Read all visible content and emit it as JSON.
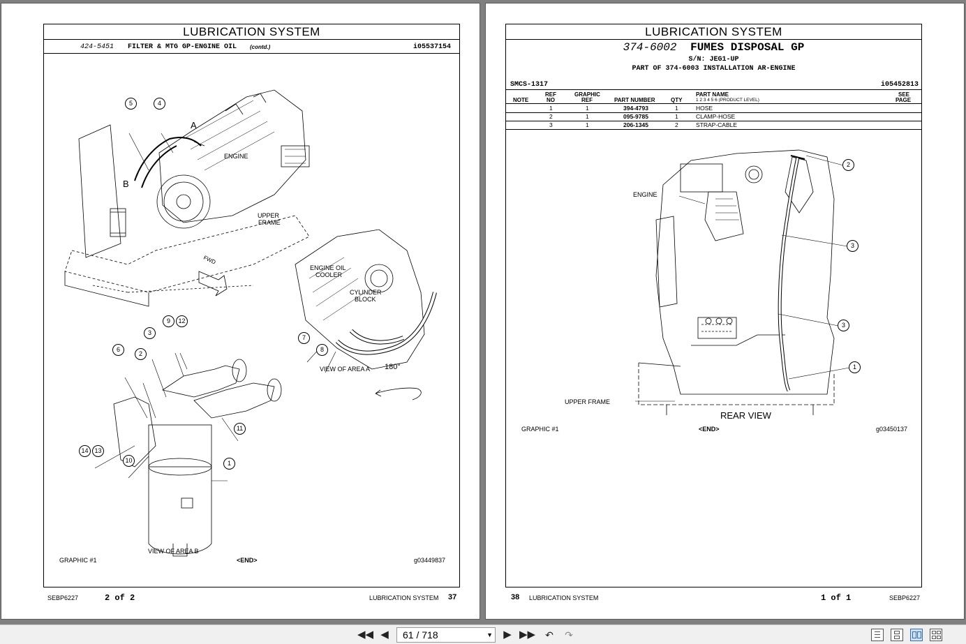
{
  "left_page": {
    "header": "LUBRICATION SYSTEM",
    "part_no": "424-5451",
    "part_title": "FILTER & MTG GP-ENGINE OIL",
    "contd": "(contd.)",
    "ref_id": "i05537154",
    "labels": {
      "engine": "ENGINE",
      "upper": "UPPER",
      "frame": "FRAME",
      "fwd": "FWD",
      "area_a": "A",
      "area_b": "B",
      "oil1": "ENGINE OIL",
      "oil2": "COOLER",
      "cyl1": "CYLINDER",
      "cyl2": "BLOCK",
      "view_a": "VIEW OF AREA A",
      "rotate": "180°",
      "view_b": "VIEW OF AREA B"
    },
    "callouts": [
      "5",
      "4",
      "7",
      "8",
      "9",
      "12",
      "3",
      "6",
      "2",
      "11",
      "14",
      "13",
      "10",
      "1"
    ],
    "graphic": "GRAPHIC #1",
    "end": "<END>",
    "graphic_id": "g03449837",
    "footer": {
      "doc": "SEBP6227",
      "pages": "2 of 2",
      "section": "LUBRICATION SYSTEM",
      "page_no": "37"
    }
  },
  "right_page": {
    "header": "LUBRICATION SYSTEM",
    "part_no": "374-6002",
    "part_title": "FUMES DISPOSAL GP",
    "sn": "S/N: JEG1-UP",
    "part_of": "PART OF 374-6003 INSTALLATION AR-ENGINE",
    "smcs": "SMCS-1317",
    "ref_id": "i05452813",
    "columns": {
      "note": "NOTE",
      "ref": "REF",
      "no": "NO",
      "graphic": "GRAPHIC",
      "gref": "REF",
      "part_number": "PART NUMBER",
      "qty": "QTY",
      "part_name": "PART NAME",
      "levels": "1  2  3  4  5  6  (PRODUCT LEVEL)",
      "see": "SEE",
      "page": "PAGE"
    },
    "rows": [
      {
        "ref": "1",
        "graphic": "1",
        "part": "394-4793",
        "qty": "1",
        "name": "HOSE"
      },
      {
        "ref": "2",
        "graphic": "1",
        "part": "095-9785",
        "qty": "1",
        "name": "CLAMP-HOSE"
      },
      {
        "ref": "3",
        "graphic": "1",
        "part": "206-1345",
        "qty": "2",
        "name": "STRAP-CABLE"
      }
    ],
    "labels": {
      "engine": "ENGINE",
      "upper_frame": "UPPER FRAME",
      "rear_view": "REAR VIEW"
    },
    "callouts": [
      "2",
      "3",
      "3",
      "1"
    ],
    "graphic": "GRAPHIC #1",
    "end": "<END>",
    "graphic_id": "g03450137",
    "footer": {
      "page_no": "38",
      "section": "LUBRICATION SYSTEM",
      "pages": "1 of 1",
      "doc": "SEBP6227"
    }
  },
  "toolbar": {
    "page_indicator": "61 / 718",
    "icons": [
      "first-page-icon",
      "prev-page-icon",
      "next-page-icon",
      "last-page-icon",
      "go-back-icon",
      "go-forward-icon",
      "single-page-view-icon",
      "continuous-view-icon",
      "two-page-view-icon",
      "two-page-continuous-view-icon"
    ]
  }
}
